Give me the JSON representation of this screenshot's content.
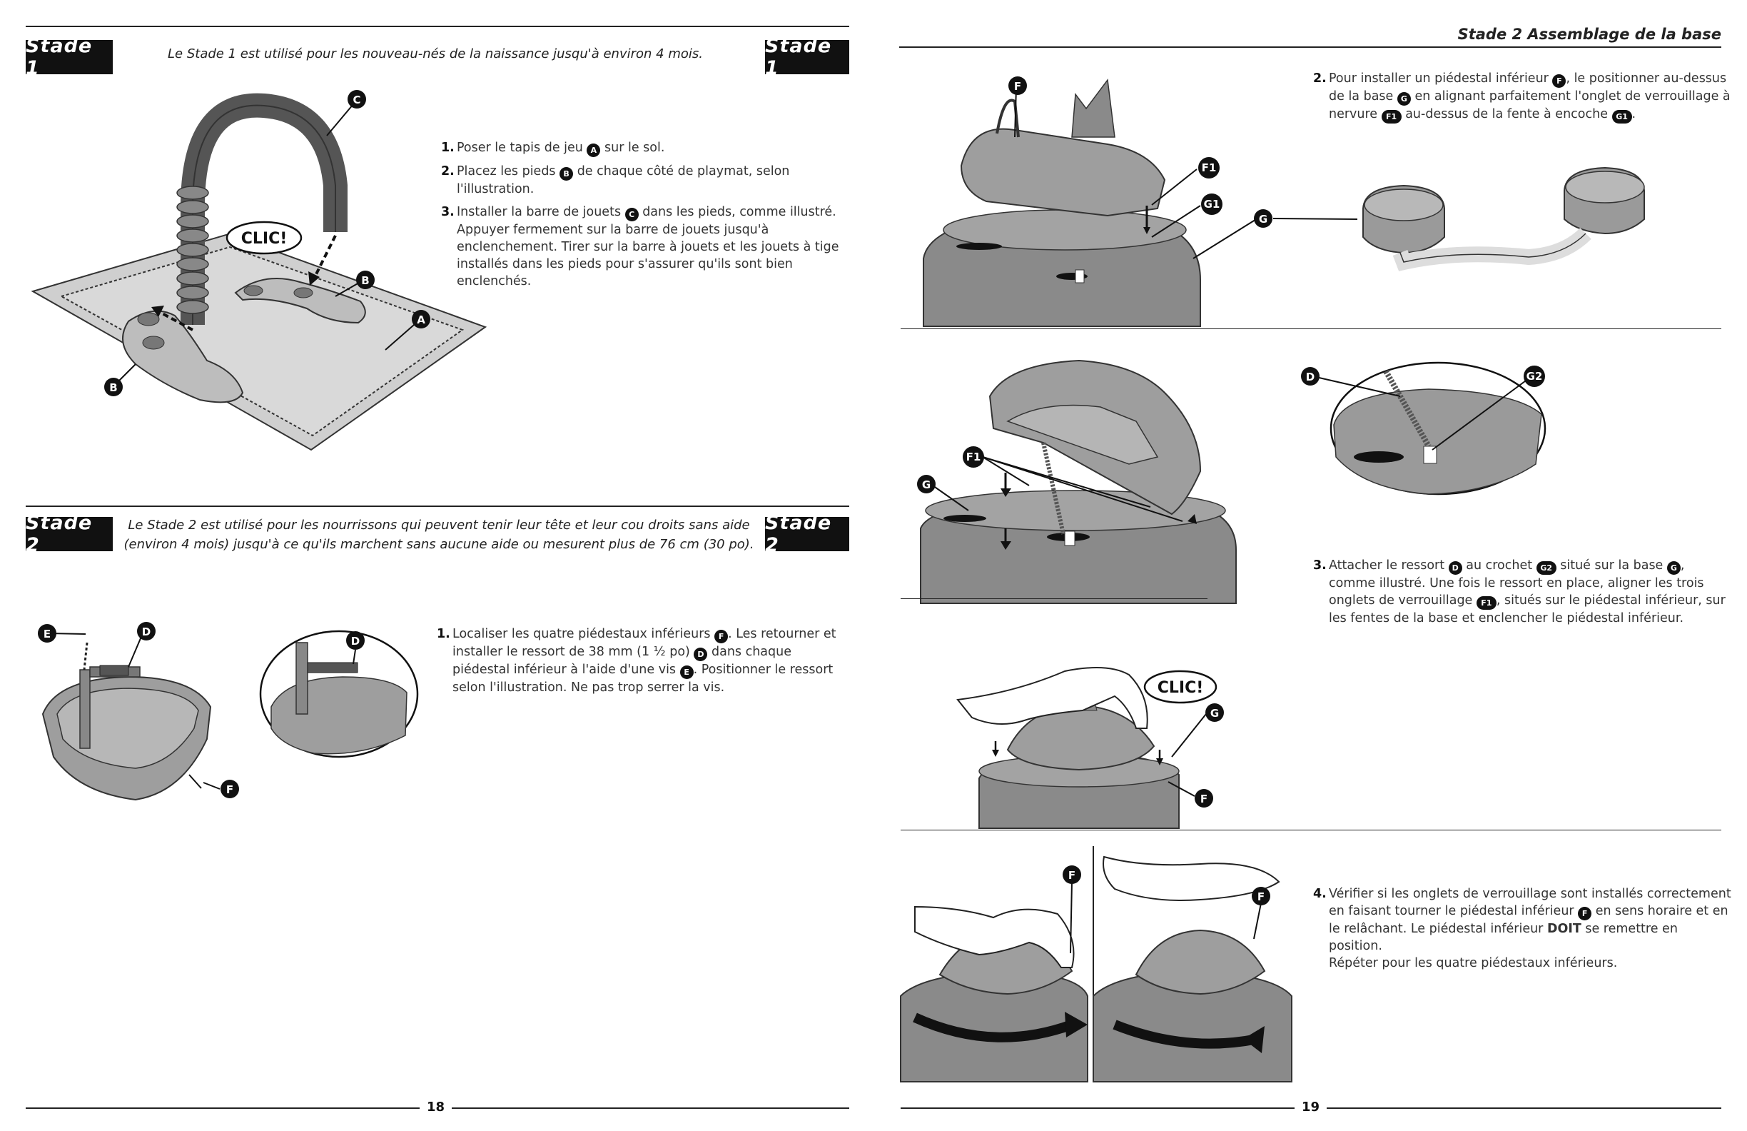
{
  "left_page": {
    "stage1": {
      "badge_left": "Stade 1",
      "badge_right": "Stade 1",
      "intro": "Le Stade 1 est utilisé pour les nouveau-nés de la naissance jusqu'à environ 4 mois.",
      "clic": "CLIC!",
      "labels": {
        "A": "A",
        "B": "B",
        "C": "C"
      },
      "steps": [
        {
          "num": "1.",
          "parts": [
            "Poser le tapis de jeu ",
            "A",
            " sur le sol."
          ]
        },
        {
          "num": "2.",
          "parts": [
            "Placez les pieds ",
            "B",
            " de chaque côté de playmat, selon l'illustration."
          ]
        },
        {
          "num": "3.",
          "parts": [
            "Installer la barre de jouets ",
            "C",
            " dans les pieds, comme illustré. Appuyer fermement sur la barre de jouets jusqu'à enclenchement. Tirer sur la barre à jouets et les jouets à tige installés dans les pieds pour s'assurer qu'ils sont bien enclenchés."
          ]
        }
      ]
    },
    "stage2": {
      "badge_left": "Stade 2",
      "badge_right": "Stade 2",
      "intro": "Le Stade 2 est utilisé pour les nourrissons qui peuvent tenir leur tête et leur cou droits sans aide (environ 4 mois) jusqu'à ce qu'ils marchent sans aucune aide ou mesurent plus de 76 cm (30 po).",
      "labels": {
        "D": "D",
        "E": "E",
        "F": "F"
      },
      "steps": [
        {
          "num": "1.",
          "parts": [
            "Localiser les quatre piédestaux inférieurs ",
            "F",
            ". Les retourner et installer le ressort de 38 mm (1 ½ po) ",
            "D",
            " dans chaque piédestal inférieur à l'aide d'une vis ",
            "E",
            ". Positionner le ressort selon l'illustration. Ne pas trop serrer la vis."
          ]
        }
      ]
    },
    "page_number": "18"
  },
  "right_page": {
    "section_title": "Stade 2 Assemblage de la base",
    "labels": {
      "D": "D",
      "F": "F",
      "F1": "F1",
      "G": "G",
      "G1": "G1",
      "G2": "G2"
    },
    "clic": "CLIC!",
    "steps": [
      {
        "num": "2.",
        "parts": [
          "Pour installer un piédestal inférieur ",
          "F",
          ", le positionner au-dessus de la base ",
          "G",
          " en alignant parfaitement l'onglet de verrouillage à nervure ",
          "F1",
          " au-dessus de la fente à encoche ",
          "G1",
          "."
        ]
      },
      {
        "num": "3.",
        "parts": [
          "Attacher le ressort ",
          "D",
          " au crochet ",
          "G2",
          " situé sur la base ",
          "G",
          ", comme illustré. Une fois le ressort en place, aligner les trois onglets de verrouillage ",
          "F1",
          ", situés sur le piédestal inférieur, sur les fentes de la base et enclencher le piédestal inférieur."
        ]
      },
      {
        "num": "4.",
        "parts": [
          "Vérifier si les onglets de verrouillage sont installés correctement en faisant tourner le piédestal inférieur ",
          "F",
          " en sens horaire et en le relâchant. Le piédestal inférieur ",
          "DOIT",
          " se remettre en position.",
          "Répéter pour les quatre piédestaux inférieurs."
        ]
      }
    ],
    "page_number": "19"
  }
}
